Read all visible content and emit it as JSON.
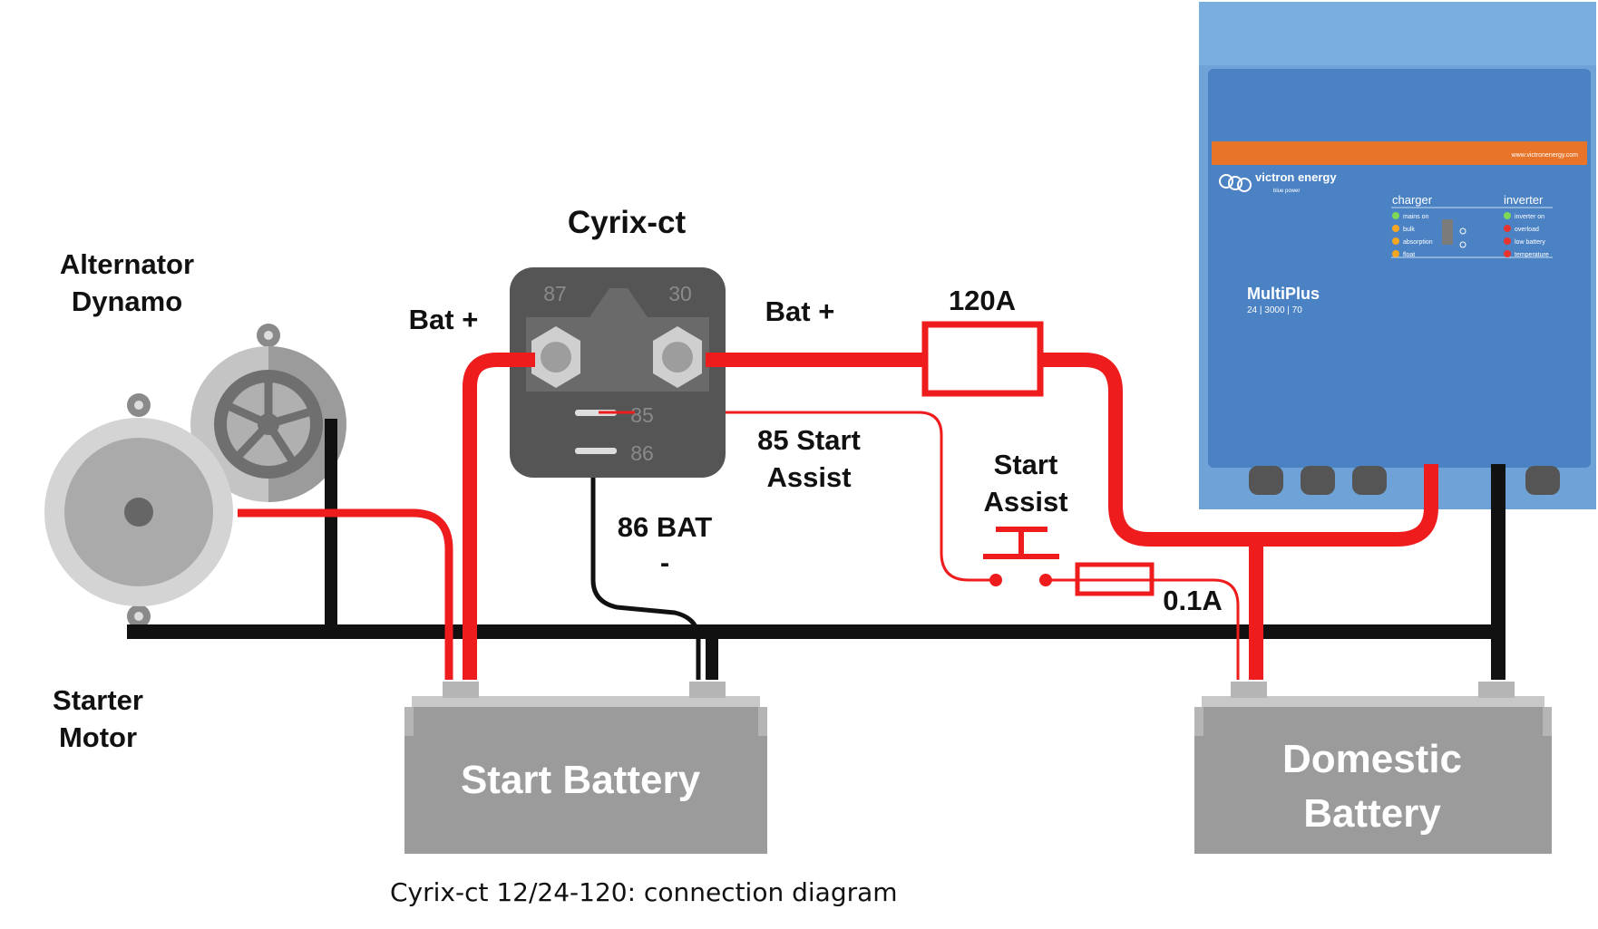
{
  "title": "Cyrix-ct",
  "labels": {
    "alternator_line1": "Alternator",
    "alternator_line2": "Dynamo",
    "starter_line1": "Starter",
    "starter_line2": "Motor",
    "bat_plus_left": "Bat +",
    "bat_plus_right": "Bat +",
    "fuse_main": "120A",
    "start_assist_85_line1": "85 Start",
    "start_assist_85_line2": "Assist",
    "bat86_line1": "86 BAT",
    "bat86_line2": "-",
    "start_assist_line1": "Start",
    "start_assist_line2": "Assist",
    "fuse_small": "0.1A"
  },
  "relay": {
    "t87": "87",
    "t30": "30",
    "t85": "85",
    "t86": "86"
  },
  "batteries": {
    "start": "Start Battery",
    "domestic_line1": "Domestic",
    "domestic_line2": "Battery"
  },
  "inverter": {
    "brand": "victron energy",
    "brand_sub": "blue power",
    "url": "www.victronenergy.com",
    "model": "MultiPlus",
    "model_sub": "24 | 3000 | 70",
    "charger": "charger",
    "inverter": "inverter",
    "charger_leds": [
      "mains on",
      "bulk",
      "absorption",
      "float"
    ],
    "inverter_leds": [
      "inverter on",
      "overload",
      "low battery",
      "temperature"
    ],
    "charger_led_colors": [
      "#7ed957",
      "#f5a623",
      "#f5a623",
      "#f5a623"
    ],
    "inverter_led_colors": [
      "#7ed957",
      "#e8342e",
      "#e8342e",
      "#e8342e"
    ]
  },
  "caption": "Cyrix-ct 12/24-120: connection diagram",
  "colors": {
    "positive_wire": "#ee1c1c",
    "negative_wire": "#111111",
    "battery_body": "#9b9b9b",
    "relay_body": "#555555",
    "inverter_blue": "#4a86c8",
    "inverter_orange": "#e8742a"
  }
}
